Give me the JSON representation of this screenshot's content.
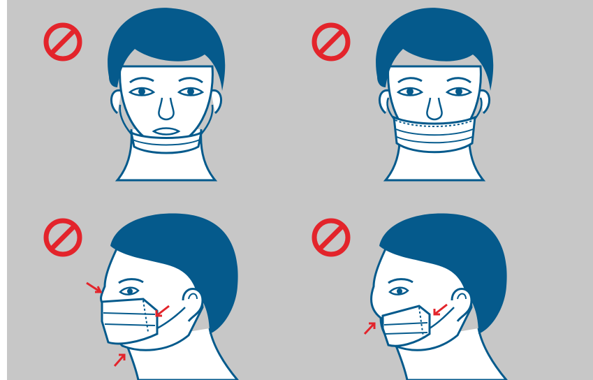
{
  "colors": {
    "background": "#c7c7c7",
    "hair": "#055a8c",
    "line": "#055a8c",
    "skin": "#ffffff",
    "prohibited": "#e3242b",
    "arrow": "#e3242b"
  },
  "panels": [
    {
      "id": "chin",
      "view": "front",
      "status": "prohibited",
      "icon": "no-entry-icon",
      "mask": "below-mouth"
    },
    {
      "id": "below-nose",
      "view": "front",
      "status": "prohibited",
      "icon": "no-entry-icon",
      "mask": "below-nose"
    },
    {
      "id": "side-gaps",
      "view": "side",
      "status": "prohibited",
      "icon": "no-entry-icon",
      "mask": "loose-gaps",
      "arrows": 3
    },
    {
      "id": "side-nose-exposed",
      "view": "side",
      "status": "prohibited",
      "icon": "no-entry-icon",
      "mask": "nose-exposed",
      "arrows": 2
    }
  ]
}
